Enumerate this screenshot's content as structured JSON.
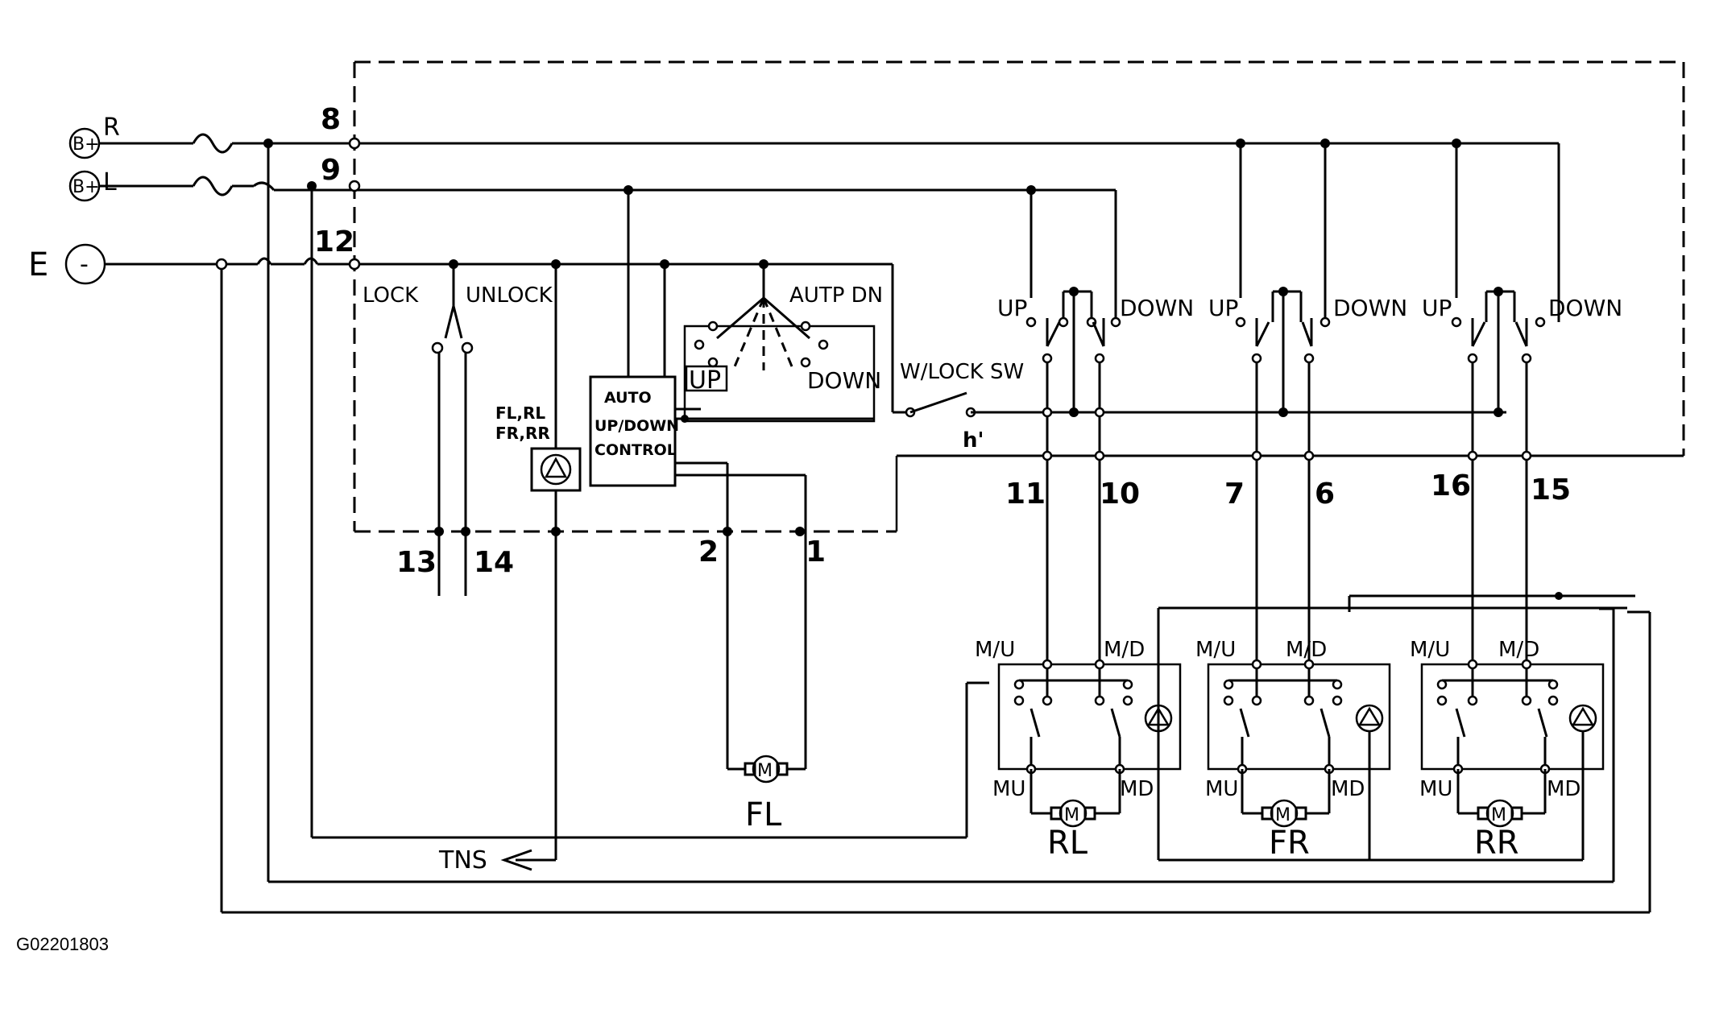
{
  "power": {
    "b_plus": "B+",
    "r": "R",
    "l": "L",
    "e": "E",
    "ground_symbol": "-"
  },
  "terminals": {
    "t8": "8",
    "t9": "9",
    "t12": "12",
    "t13": "13",
    "t14": "14",
    "t2": "2",
    "t1": "1",
    "t11": "11",
    "t10": "10",
    "t7": "7",
    "t6": "6",
    "t16": "16",
    "t15": "15"
  },
  "main_switch": {
    "lock": "LOCK",
    "unlock": "UNLOCK",
    "lamp_label_1": "FL,RL",
    "lamp_label_2": "FR,RR",
    "auto_control": [
      "AUTO",
      "UP/DOWN",
      "CONTROL"
    ],
    "autp_dn": "AUTP DN",
    "up": "UP",
    "down": "DOWN",
    "wlock_sw": "W/LOCK SW",
    "h_mark": "h'"
  },
  "switch_labels": {
    "up": "UP",
    "down": "DOWN"
  },
  "door_labels": {
    "mu_top": "M/U",
    "md_top": "M/D",
    "mu": "MU",
    "md": "MD"
  },
  "motors": {
    "fl": "FL",
    "rl": "RL",
    "fr": "FR",
    "rr": "RR",
    "motor_symbol": "M"
  },
  "tns": "TNS",
  "figure_code": "G02201803"
}
